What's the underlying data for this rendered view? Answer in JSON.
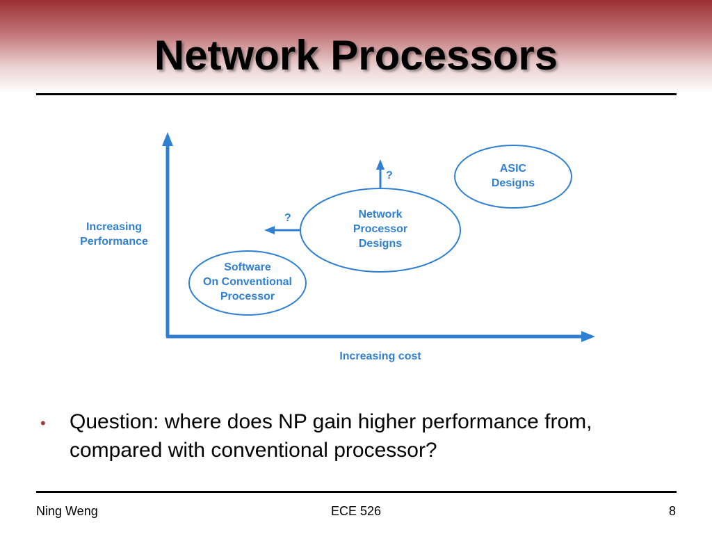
{
  "slide": {
    "title": "Network Processors",
    "bullet": "Question: where does NP gain higher performance from, compared with conventional processor?"
  },
  "diagram": {
    "y_axis_label_line1": "Increasing",
    "y_axis_label_line2": "Performance",
    "x_axis_label": "Increasing cost",
    "software": [
      "Software",
      "On Conventional",
      "Processor"
    ],
    "network": [
      "Network",
      "Processor",
      "Designs"
    ],
    "asic": [
      "ASIC",
      "Designs"
    ],
    "question_up": "?",
    "question_left": "?"
  },
  "footer": {
    "author": "Ning Weng",
    "course": "ECE 526",
    "page_number": "8"
  },
  "colors": {
    "diagram_blue": "#2f7fd3",
    "bullet_red": "#a23a3d",
    "header_red": "#9a2f33"
  }
}
